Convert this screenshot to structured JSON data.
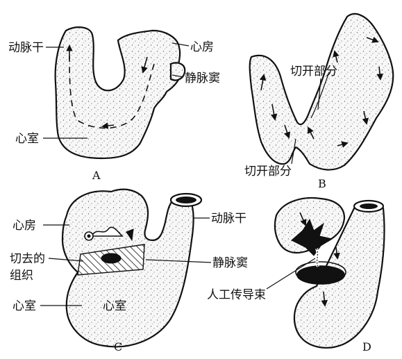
{
  "panels": {
    "A": {
      "letter": "A",
      "labels": {
        "truncus": "动脉干",
        "atrium": "心房",
        "sinus": "静脉窦",
        "ventricle": "心室"
      }
    },
    "B": {
      "letter": "B",
      "labels": {
        "cut_top": "切开部分",
        "cut_bottom": "切开部分"
      }
    },
    "C": {
      "letter": "C",
      "labels": {
        "atrium": "心房",
        "truncus": "动脉干",
        "removed_tissue_1": "切去的",
        "removed_tissue_2": "组织",
        "sinus": "静脉窦",
        "ventricle_left": "心室",
        "ventricle_inner": "心室"
      }
    },
    "D": {
      "letter": "D",
      "labels": {
        "conduction": "人工传导束"
      }
    }
  },
  "colors": {
    "ink": "#111111",
    "background": "#ffffff"
  }
}
